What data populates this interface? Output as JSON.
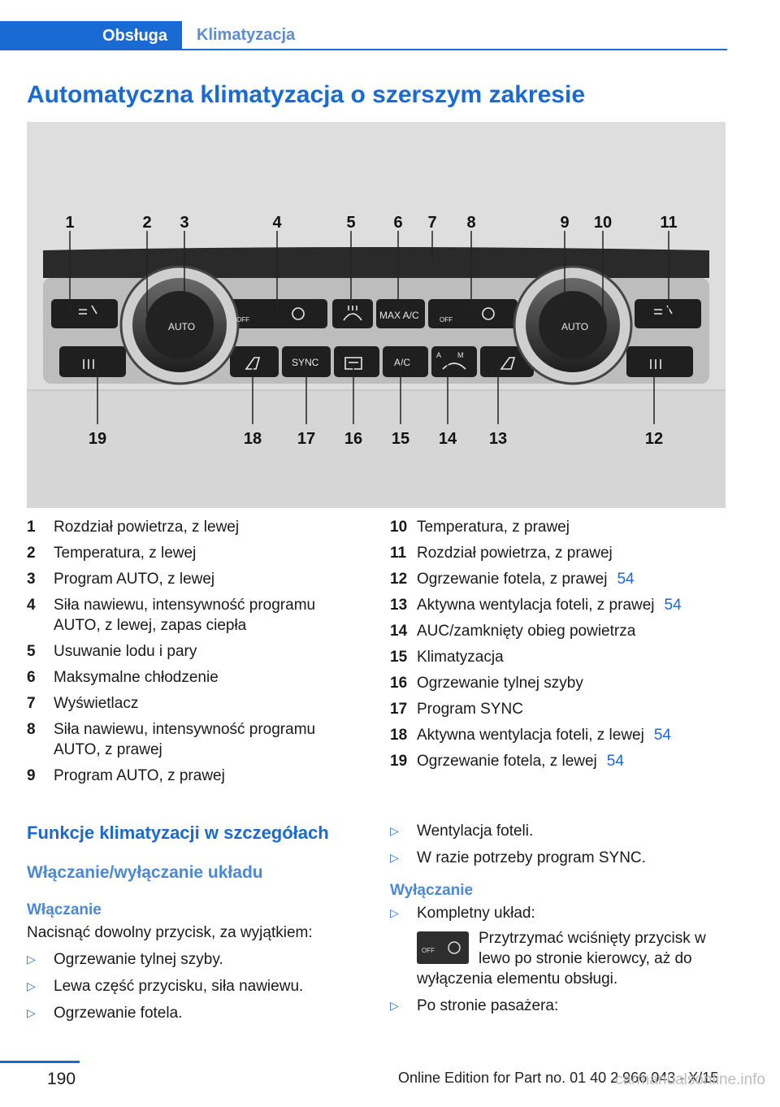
{
  "header": {
    "tab_active": "Obsługa",
    "tab_inactive": "Klimatyzacja"
  },
  "page_title": "Automatyczna klimatyzacja o szerszym zakresie",
  "figure": {
    "top_labels": [
      "1",
      "2",
      "3",
      "4",
      "5",
      "6",
      "7",
      "8",
      "9",
      "10",
      "11"
    ],
    "bottom_labels": [
      "19",
      "18",
      "17",
      "16",
      "15",
      "14",
      "13",
      "12"
    ],
    "button_texts": {
      "auto_left": "AUTO",
      "auto_right": "AUTO",
      "max_ac": "MAX A/C",
      "sync": "SYNC",
      "ac": "A/C",
      "off": "OFF",
      "auc_a": "A",
      "auc_m": "M"
    }
  },
  "legend_left": [
    {
      "num": "1",
      "text": "Rozdział powietrza, z lewej",
      "ref": ""
    },
    {
      "num": "2",
      "text": "Temperatura, z lewej",
      "ref": ""
    },
    {
      "num": "3",
      "text": "Program AUTO, z lewej",
      "ref": ""
    },
    {
      "num": "4",
      "text": "Siła nawiewu, intensywność programu AUTO, z lewej, zapas ciepła",
      "ref": ""
    },
    {
      "num": "5",
      "text": "Usuwanie lodu i pary",
      "ref": ""
    },
    {
      "num": "6",
      "text": "Maksymalne chłodzenie",
      "ref": ""
    },
    {
      "num": "7",
      "text": "Wyświetlacz",
      "ref": ""
    },
    {
      "num": "8",
      "text": "Siła nawiewu, intensywność programu AUTO, z prawej",
      "ref": ""
    },
    {
      "num": "9",
      "text": "Program AUTO, z prawej",
      "ref": ""
    }
  ],
  "legend_right": [
    {
      "num": "10",
      "text": "Temperatura, z prawej",
      "ref": ""
    },
    {
      "num": "11",
      "text": "Rozdział powietrza, z prawej",
      "ref": ""
    },
    {
      "num": "12",
      "text": "Ogrzewanie fotela, z prawej",
      "ref": "54"
    },
    {
      "num": "13",
      "text": "Aktywna wentylacja foteli, z prawej",
      "ref": "54"
    },
    {
      "num": "14",
      "text": "AUC/zamknięty obieg powietrza",
      "ref": ""
    },
    {
      "num": "15",
      "text": "Klimatyzacja",
      "ref": ""
    },
    {
      "num": "16",
      "text": "Ogrzewanie tylnej szyby",
      "ref": ""
    },
    {
      "num": "17",
      "text": "Program SYNC",
      "ref": ""
    },
    {
      "num": "18",
      "text": "Aktywna wentylacja foteli, z lewej",
      "ref": "54"
    },
    {
      "num": "19",
      "text": "Ogrzewanie fotela, z lewej",
      "ref": "54"
    }
  ],
  "section": {
    "h2": "Funkcje klimatyzacji w szczegółach",
    "h3": "Włączanie/wyłączanie układu",
    "on_heading": "Włączanie",
    "on_text": "Nacisnąć dowolny przycisk, za wyjątkiem:",
    "on_bullets_left": [
      "Ogrzewanie tylnej szyby.",
      "Lewa część przycisku, siła nawiewu.",
      "Ogrzewanie fotela."
    ],
    "on_bullets_right": [
      "Wentylacja foteli.",
      "W razie potrzeby program SYNC."
    ],
    "off_heading": "Wyłączanie",
    "off_item1": "Kompletny układ:",
    "off_item1_text": "Przytrzymać wciśnięty przycisk w lewo po stronie kierowcy, aż do wyłączenia elementu obsługi.",
    "off_item2": "Po stronie pasażera:"
  },
  "footer": {
    "page_number": "190",
    "edition": "Online Edition for Part no. 01 40 2 966 043 - X/15",
    "watermark": "carmanualsonline.info"
  },
  "colors": {
    "accent": "#1a6ad3",
    "figure_bg": "#dfdfdf"
  },
  "icons": {
    "bullet": "triangle-right-icon"
  }
}
